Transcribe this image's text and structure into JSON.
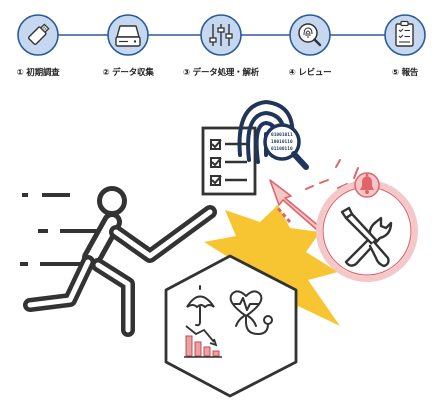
{
  "steps": [
    {
      "label": "① 初期調査",
      "icon": "usb-drive-icon"
    },
    {
      "label": "② データ収集",
      "icon": "hard-drive-icon"
    },
    {
      "label": "③ データ処理・解析",
      "icon": "sliders-icon"
    },
    {
      "label": "④ レビュー",
      "icon": "fingerprint-search-icon"
    },
    {
      "label": "⑤ 報告",
      "icon": "clipboard-checklist-icon"
    }
  ],
  "illustration": {
    "binary_rows": [
      "01001011",
      "10010110",
      "01100110"
    ],
    "icons": [
      "running-person-icon",
      "checklist-icon",
      "fingerprint-magnifier-icon",
      "bell-icon",
      "tools-icon",
      "umbrella-icon",
      "declining-chart-icon",
      "stethoscope-icon"
    ]
  },
  "colors": {
    "step_circle": "#c5d8ef",
    "timeline_line": "#2b5a9c",
    "icon_dark": "#333333",
    "navy": "#1f3559",
    "burst": "#f7c531",
    "alert": "#e2646b",
    "alert_light": "#f4c7c9"
  }
}
